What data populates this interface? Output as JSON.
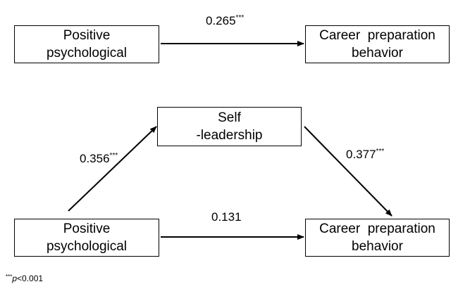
{
  "top_model": {
    "source": {
      "line1": "Positive",
      "line2": "psychological"
    },
    "target": {
      "line1": "Career  preparation",
      "line2": "behavior"
    },
    "path": {
      "coef": "0.265",
      "sig": "***"
    }
  },
  "mediation_model": {
    "predictor": {
      "line1": "Positive",
      "line2": "psychological"
    },
    "mediator": {
      "line1": "Self",
      "line2": "-leadership"
    },
    "outcome": {
      "line1": "Career  preparation",
      "line2": "behavior"
    },
    "path_a": {
      "coef": "0.356",
      "sig": "***"
    },
    "path_b": {
      "coef": "0.377",
      "sig": "***"
    },
    "path_c_prime": {
      "coef": "0.131"
    }
  },
  "footnote": {
    "stars": "***",
    "p": "p",
    "text": "<0.001"
  },
  "colors": {
    "line": "#000000",
    "background": "#ffffff"
  }
}
